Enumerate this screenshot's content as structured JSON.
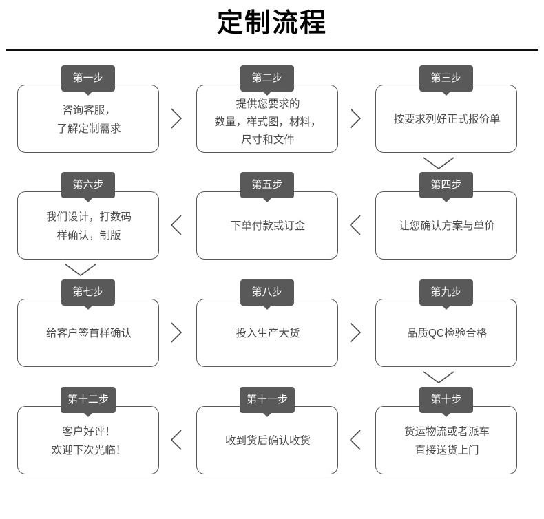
{
  "header": {
    "title": "定制流程"
  },
  "flow": {
    "rows": [
      {
        "direction": "right",
        "cells": [
          {
            "badge": "第一步",
            "lines": [
              "咨询客服，",
              "了解定制需求"
            ]
          },
          {
            "badge": "第二步",
            "lines": [
              "提供您要求的",
              "数量，样式图，材料，",
              "尺寸和文件"
            ]
          },
          {
            "badge": "第三步",
            "lines": [
              "按要求列好正式报价单"
            ]
          }
        ]
      },
      {
        "direction": "left",
        "cells": [
          {
            "badge": "第六步",
            "lines": [
              "我们设计，打数码",
              "样确认，制版"
            ]
          },
          {
            "badge": "第五步",
            "lines": [
              "下单付款或订金"
            ]
          },
          {
            "badge": "第四步",
            "lines": [
              "让您确认方案与单价"
            ]
          }
        ]
      },
      {
        "direction": "right",
        "cells": [
          {
            "badge": "第七步",
            "lines": [
              "给客户签首样确认"
            ]
          },
          {
            "badge": "第八步",
            "lines": [
              "投入生产大货"
            ]
          },
          {
            "badge": "第九步",
            "lines": [
              "品质QC检验合格"
            ]
          }
        ]
      },
      {
        "direction": "left",
        "cells": [
          {
            "badge": "第十二步",
            "lines": [
              "客户好评！",
              "欢迎下次光临！"
            ]
          },
          {
            "badge": "第十一步",
            "lines": [
              "收到货后确认收货"
            ]
          },
          {
            "badge": "第十步",
            "lines": [
              "货运物流或者派车",
              "直接送货上门"
            ]
          }
        ]
      }
    ],
    "connectors": {
      "chevron_right": "chevron-right-icon",
      "chevron_left": "chevron-left-icon",
      "chevron_down": "chevron-down-icon"
    }
  },
  "colors": {
    "badge_background": "#595959",
    "badge_text": "#ffffff",
    "box_border": "#595959",
    "body_text": "#4a4a4a",
    "title_text": "#000000",
    "rule": "#111111",
    "background": "#ffffff"
  }
}
